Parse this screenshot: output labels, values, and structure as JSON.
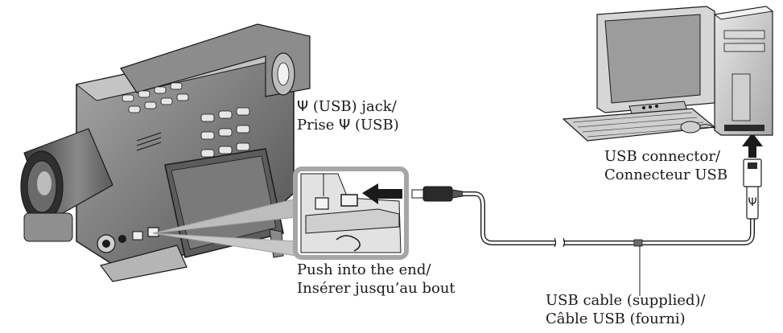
{
  "labels": {
    "usb_jack_en_pre": "",
    "usb_jack_en_post": " (USB) jack/",
    "usb_jack_fr_pre": "Prise ",
    "usb_jack_fr_post": " (USB)",
    "usb_symbol": "Ψ",
    "usb_connector_en": "USB connector/",
    "usb_connector_fr": "Connecteur USB",
    "push_en": "Push into the end/",
    "push_fr": "Insérer jusqu’au bout",
    "cable_en": "USB cable (supplied)/",
    "cable_fr": "Câble USB (fourni)"
  },
  "icons": {
    "camcorder": "camcorder-icon",
    "computer": "desktop-computer-icon",
    "usb_plug": "usb-plug-icon",
    "usb_symbol": "usb-symbol-icon"
  },
  "colors": {
    "line": "#1a1a1a",
    "body_dark": "#6b6b6b",
    "body_mid": "#9a9a9a",
    "body_light": "#cfcfcf",
    "callout": "#a9a9a9"
  }
}
